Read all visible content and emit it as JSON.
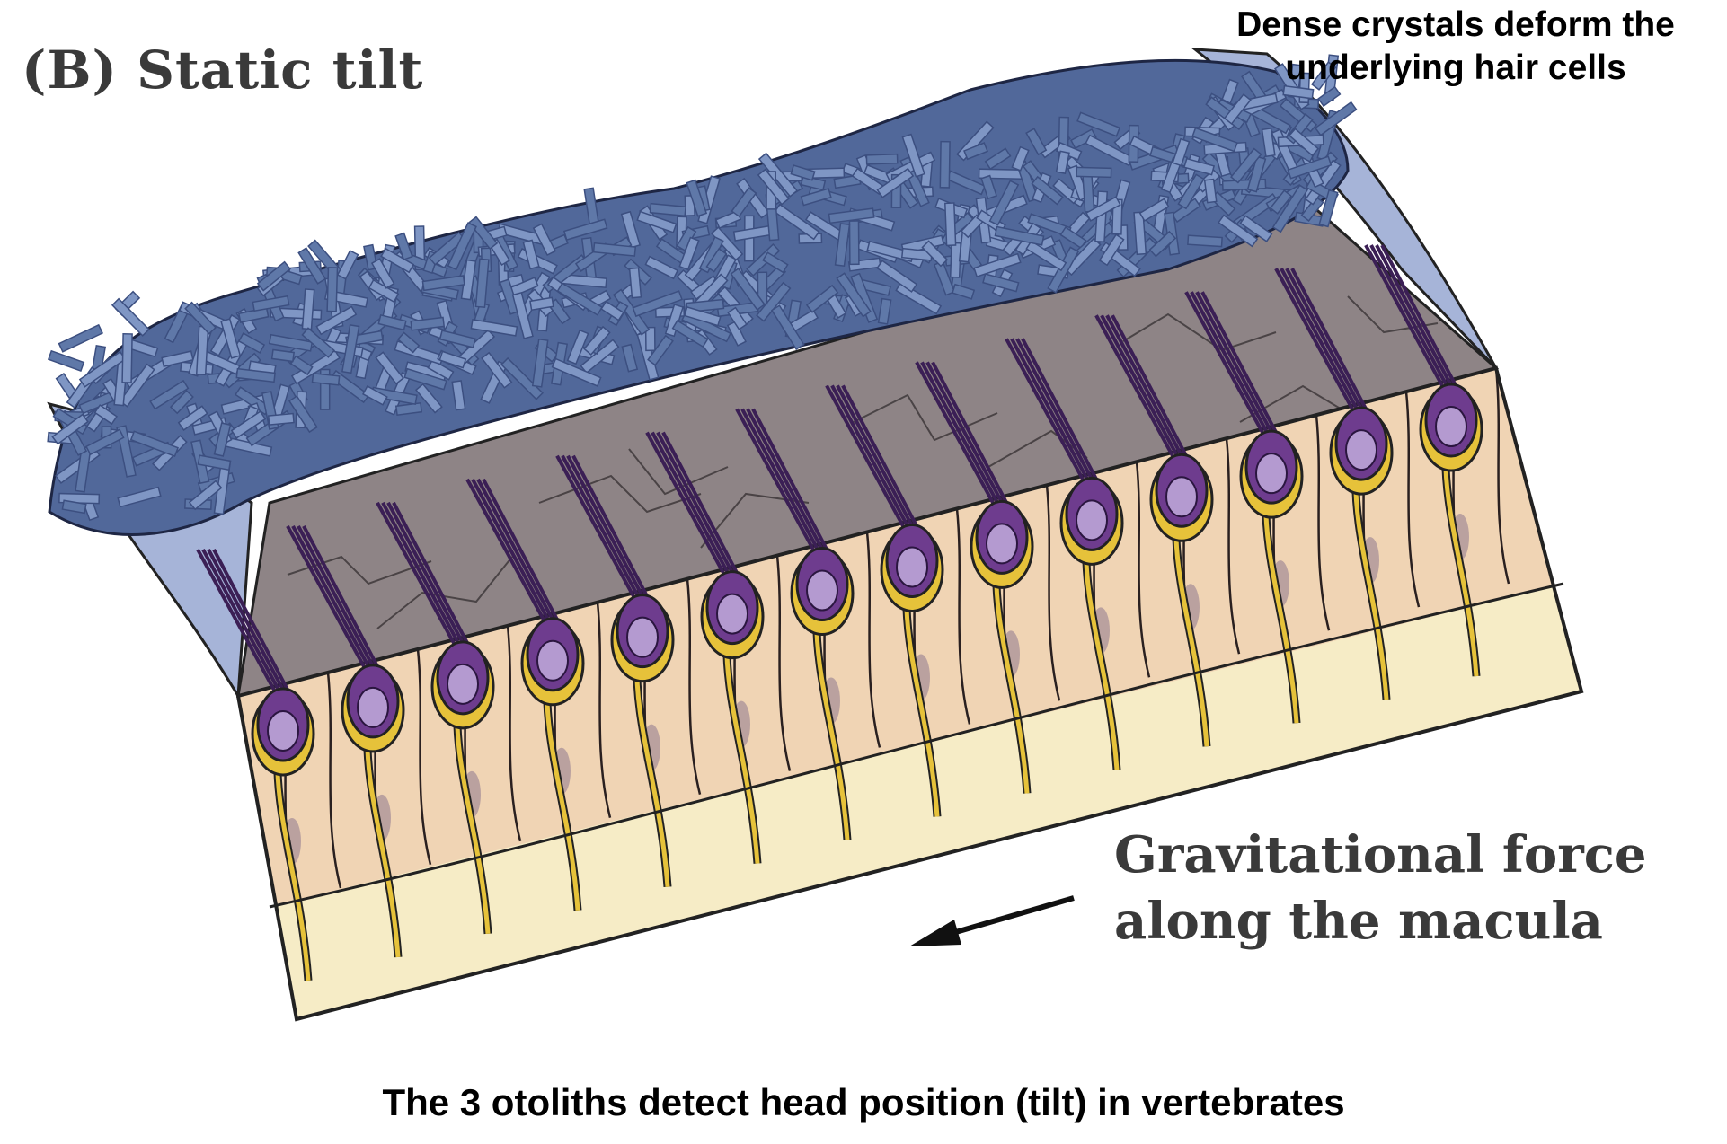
{
  "figure": {
    "panel_title": "(B)  Static tilt",
    "top_note": "Dense crystals deform the underlying hair cells",
    "gravity_label": "Gravitational force along the macula",
    "caption": "The 3 otoliths detect head position (tilt) in vertebrates"
  },
  "colors": {
    "crystals": "#5f78a8",
    "crystal_dark": "#3c4f80",
    "gel_layer": "#8e8486",
    "hair_cell": "#6e3c8e",
    "nucleus": "#b49ad0",
    "supporting_cell": "#f0d4b4",
    "basement": "#f6ecc6",
    "nerve": "#e6c23a",
    "membrane_blue": "#a6b4d8"
  },
  "icons": [
    "arrow-left-icon"
  ]
}
